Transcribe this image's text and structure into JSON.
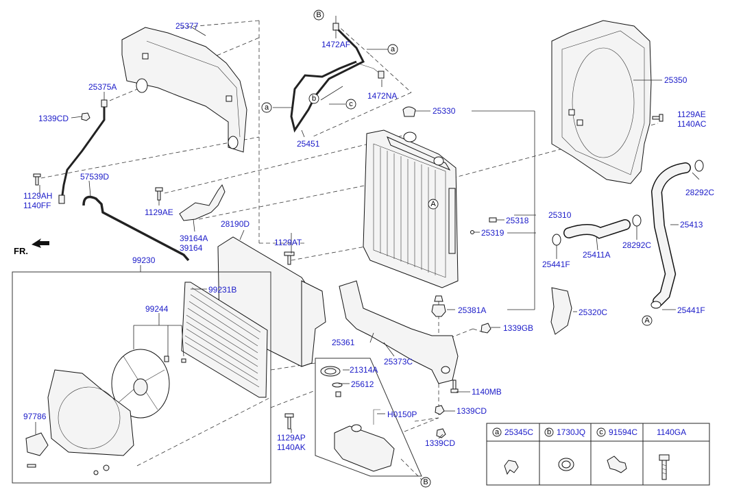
{
  "diagram": {
    "direction_label": "FR.",
    "parts": {
      "p25377": "25377",
      "p25375A": "25375A",
      "p1339CD_a": "1339CD",
      "p1129AH": "1129AH",
      "p1140FF": "1140FF",
      "p57539D": "57539D",
      "p1129AE_a": "1129AE",
      "p39164A": "39164A",
      "p39164": "39164",
      "p99230": "99230",
      "p1472AF": "1472AF",
      "p1472NA": "1472NA",
      "p25451": "25451",
      "p25330": "25330",
      "p25350": "25350",
      "p1129AE_b": "1129AE",
      "p1140AC": "1140AC",
      "p28292C_a": "28292C",
      "p25413": "25413",
      "p28292C_b": "28292C",
      "p25411A": "25411A",
      "p25441F_a": "25441F",
      "p25441F_b": "25441F",
      "p25318": "25318",
      "p25319": "25319",
      "p25310": "25310",
      "p28190D": "28190D",
      "p1129AT": "1129AT",
      "p99231B": "99231B",
      "p99244": "99244",
      "p25381A": "25381A",
      "p25320C": "25320C",
      "p1339GB": "1339GB",
      "p25361": "25361",
      "p25373C": "25373C",
      "p21314A": "21314A",
      "p25612": "25612",
      "pH0150P": "H0150P",
      "p1140MB": "1140MB",
      "p1339CD_b": "1339CD",
      "p1339CD_c": "1339CD",
      "p1129AP": "1129AP",
      "p1140AK": "1140AK",
      "p97786": "97786"
    },
    "callouts": {
      "a": "a",
      "b": "b",
      "c": "c",
      "A": "A",
      "B": "B"
    }
  },
  "legend_table": {
    "cols": [
      {
        "letter": "a",
        "part": "25345C"
      },
      {
        "letter": "b",
        "part": "1730JQ"
      },
      {
        "letter": "c",
        "part": "91594C"
      },
      {
        "letter": "",
        "part": "1140GA"
      }
    ]
  }
}
